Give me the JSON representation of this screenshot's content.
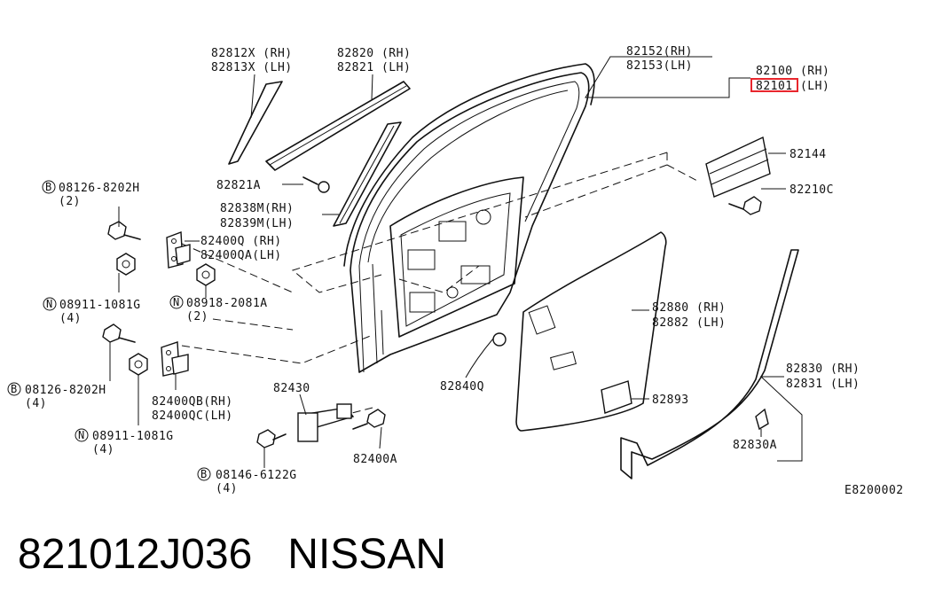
{
  "caption": {
    "part_number": "821012J036",
    "brand": "NISSAN"
  },
  "diagram_code": "E8200002",
  "highlight_color": "#e8262d",
  "callouts": {
    "c82812x": "82812X (RH)",
    "c82813x": "82813X (LH)",
    "c82820": "82820 (RH)",
    "c82821": "82821 (LH)",
    "c82152": "82152(RH)",
    "c82153": "82153(LH)",
    "c82100": "82100 (RH)",
    "c82101": "82101 (LH)",
    "c82144": "82144",
    "c82210c": "82210C",
    "c82821a": "82821A",
    "c82838m": "82838M(RH)",
    "c82839m": "82839M(LH)",
    "c08126a": "08126-8202H",
    "c08126a_qty": "(2)",
    "c82400q": "82400Q (RH)",
    "c82400qa": "82400QA(LH)",
    "c08911a": "08911-1081G",
    "c08911a_qty": "(4)",
    "c08918": "08918-2081A",
    "c08918_qty": "(2)",
    "c82880": "82880 (RH)",
    "c82882": "82882 (LH)",
    "c82840q": "82840Q",
    "c82893": "82893",
    "c82830": "82830 (RH)",
    "c82831": "82831 (LH)",
    "c82830a": "82830A",
    "c08126b": "08126-8202H",
    "c08126b_qty": "(4)",
    "c82400qb": "82400QB(RH)",
    "c82400qc": "82400QC(LH)",
    "c08911b": "08911-1081G",
    "c08911b_qty": "(4)",
    "c82430": "82430",
    "c82400a": "82400A",
    "c08146": "08146-6122G",
    "c08146_qty": "(4)",
    "badge_b": "B",
    "badge_n": "N"
  }
}
